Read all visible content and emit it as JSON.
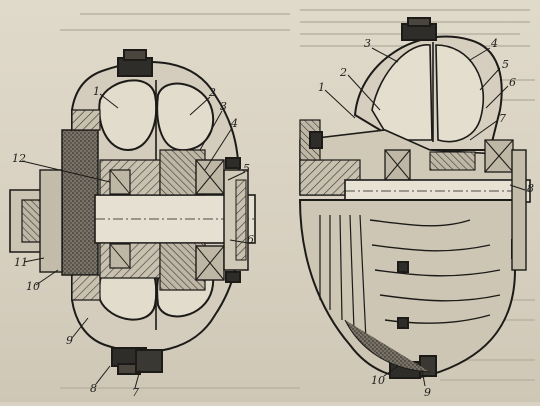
{
  "diagram": {
    "left_assembly": {
      "labels": [
        "1",
        "2",
        "3",
        "4",
        "5",
        "6",
        "7",
        "8",
        "9",
        "10",
        "11",
        "12"
      ]
    },
    "right_assembly": {
      "labels": [
        "1",
        "2",
        "3",
        "4",
        "5",
        "6",
        "7",
        "8",
        "9",
        "10"
      ]
    }
  }
}
